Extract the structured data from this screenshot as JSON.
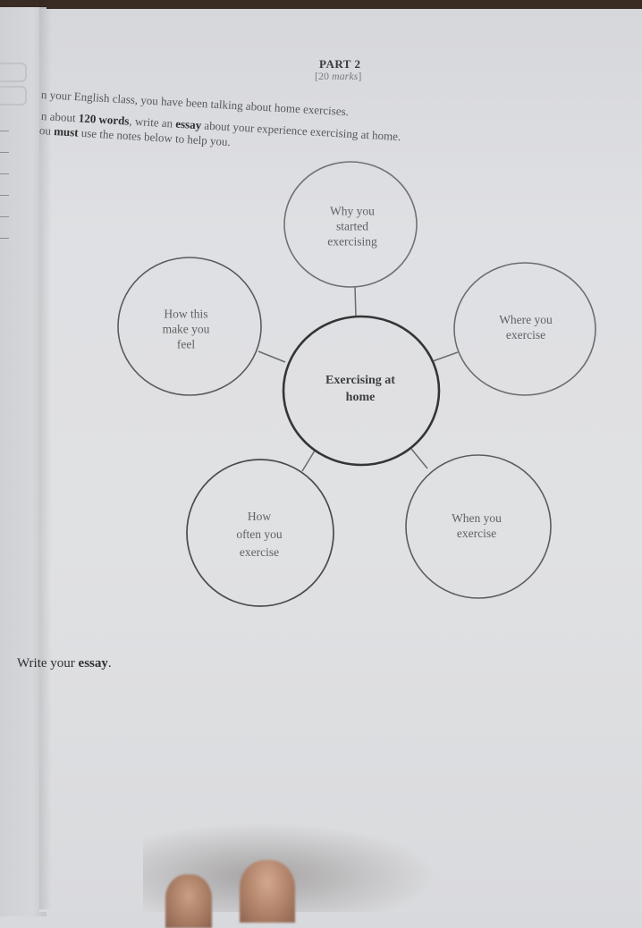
{
  "header": {
    "part": "PART 2",
    "marks_open": "[20 ",
    "marks_italic": "marks",
    "marks_close": "]"
  },
  "instructions": {
    "line1": "n your English class, you have been talking about home exercises.",
    "line2_pre": "n about ",
    "line2_bold1": "120 words",
    "line2_mid": ", write an ",
    "line2_bold2": "essay",
    "line2_post": " about your experience exercising at home.",
    "line3_pre": "ou ",
    "line3_bold": "must",
    "line3_post": " use the notes below to help you."
  },
  "diagram": {
    "center": {
      "label_line1": "Exercising at",
      "label_line2": "home"
    },
    "nodes": [
      {
        "id": "why",
        "lines": [
          "Why you",
          "started",
          "exercising"
        ]
      },
      {
        "id": "where",
        "lines": [
          "Where you",
          "exercise"
        ]
      },
      {
        "id": "when",
        "lines": [
          "When you",
          "exercise"
        ]
      },
      {
        "id": "how-often",
        "lines": [
          "How",
          "often you",
          "exercise"
        ]
      },
      {
        "id": "feel",
        "lines": [
          "How this",
          "make you",
          "feel"
        ]
      }
    ]
  },
  "prompt": {
    "pre": "Write your ",
    "bold": "essay",
    "post": "."
  }
}
